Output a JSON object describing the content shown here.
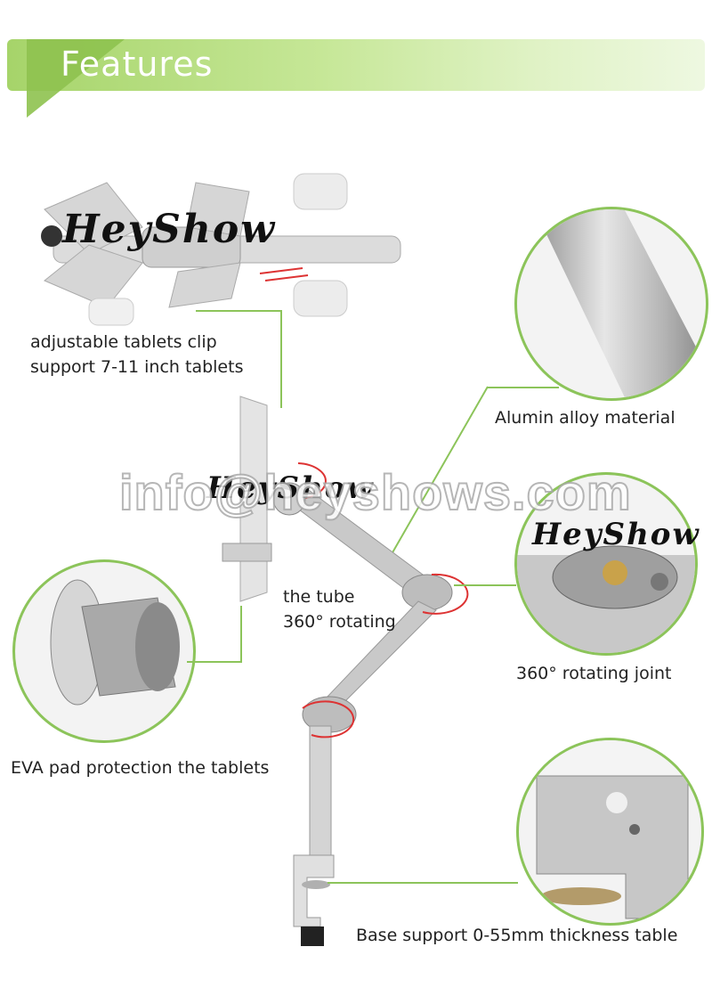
{
  "banner": {
    "title": "Features"
  },
  "logo_text": "HeyShow",
  "watermark": "info@heyshows.com",
  "labels": {
    "clip": [
      "adjustable tablets clip",
      "support 7-11 inch tablets"
    ],
    "material": "Alumin alloy material",
    "tube": [
      "the tube",
      "360° rotating"
    ],
    "joint": "360° rotating joint",
    "eva": "EVA pad protection the tablets",
    "base": "Base support 0-55mm thickness table"
  },
  "colors": {
    "accent": "#8cc45a",
    "banner_light": "#dff2c4"
  }
}
